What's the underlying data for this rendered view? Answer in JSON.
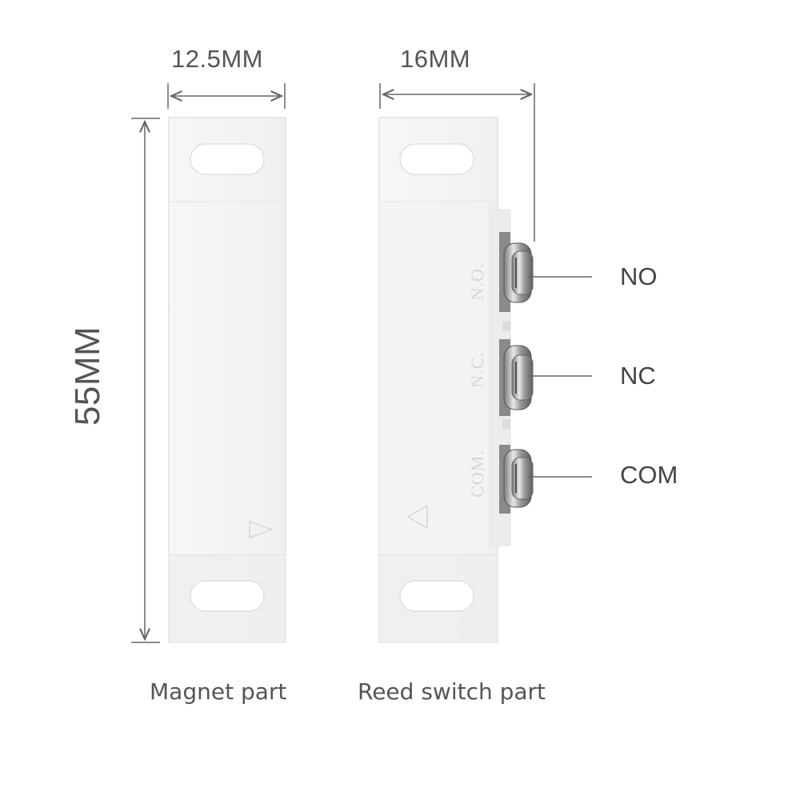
{
  "dimensions": {
    "magnet_width": "12.5MM",
    "reed_width": "16MM",
    "height": "55MM"
  },
  "terminals": {
    "no_label": "NO",
    "nc_label": "NC",
    "com_label": "COM",
    "engraved_no": "N.O.",
    "engraved_nc": "N.C.",
    "engraved_com": "COM."
  },
  "captions": {
    "magnet": "Magnet part",
    "reed": "Reed switch part"
  },
  "colors": {
    "body": "#f4f4f4",
    "outline": "#e2e2e2",
    "dimension_line": "#666666",
    "text": "#555555"
  }
}
